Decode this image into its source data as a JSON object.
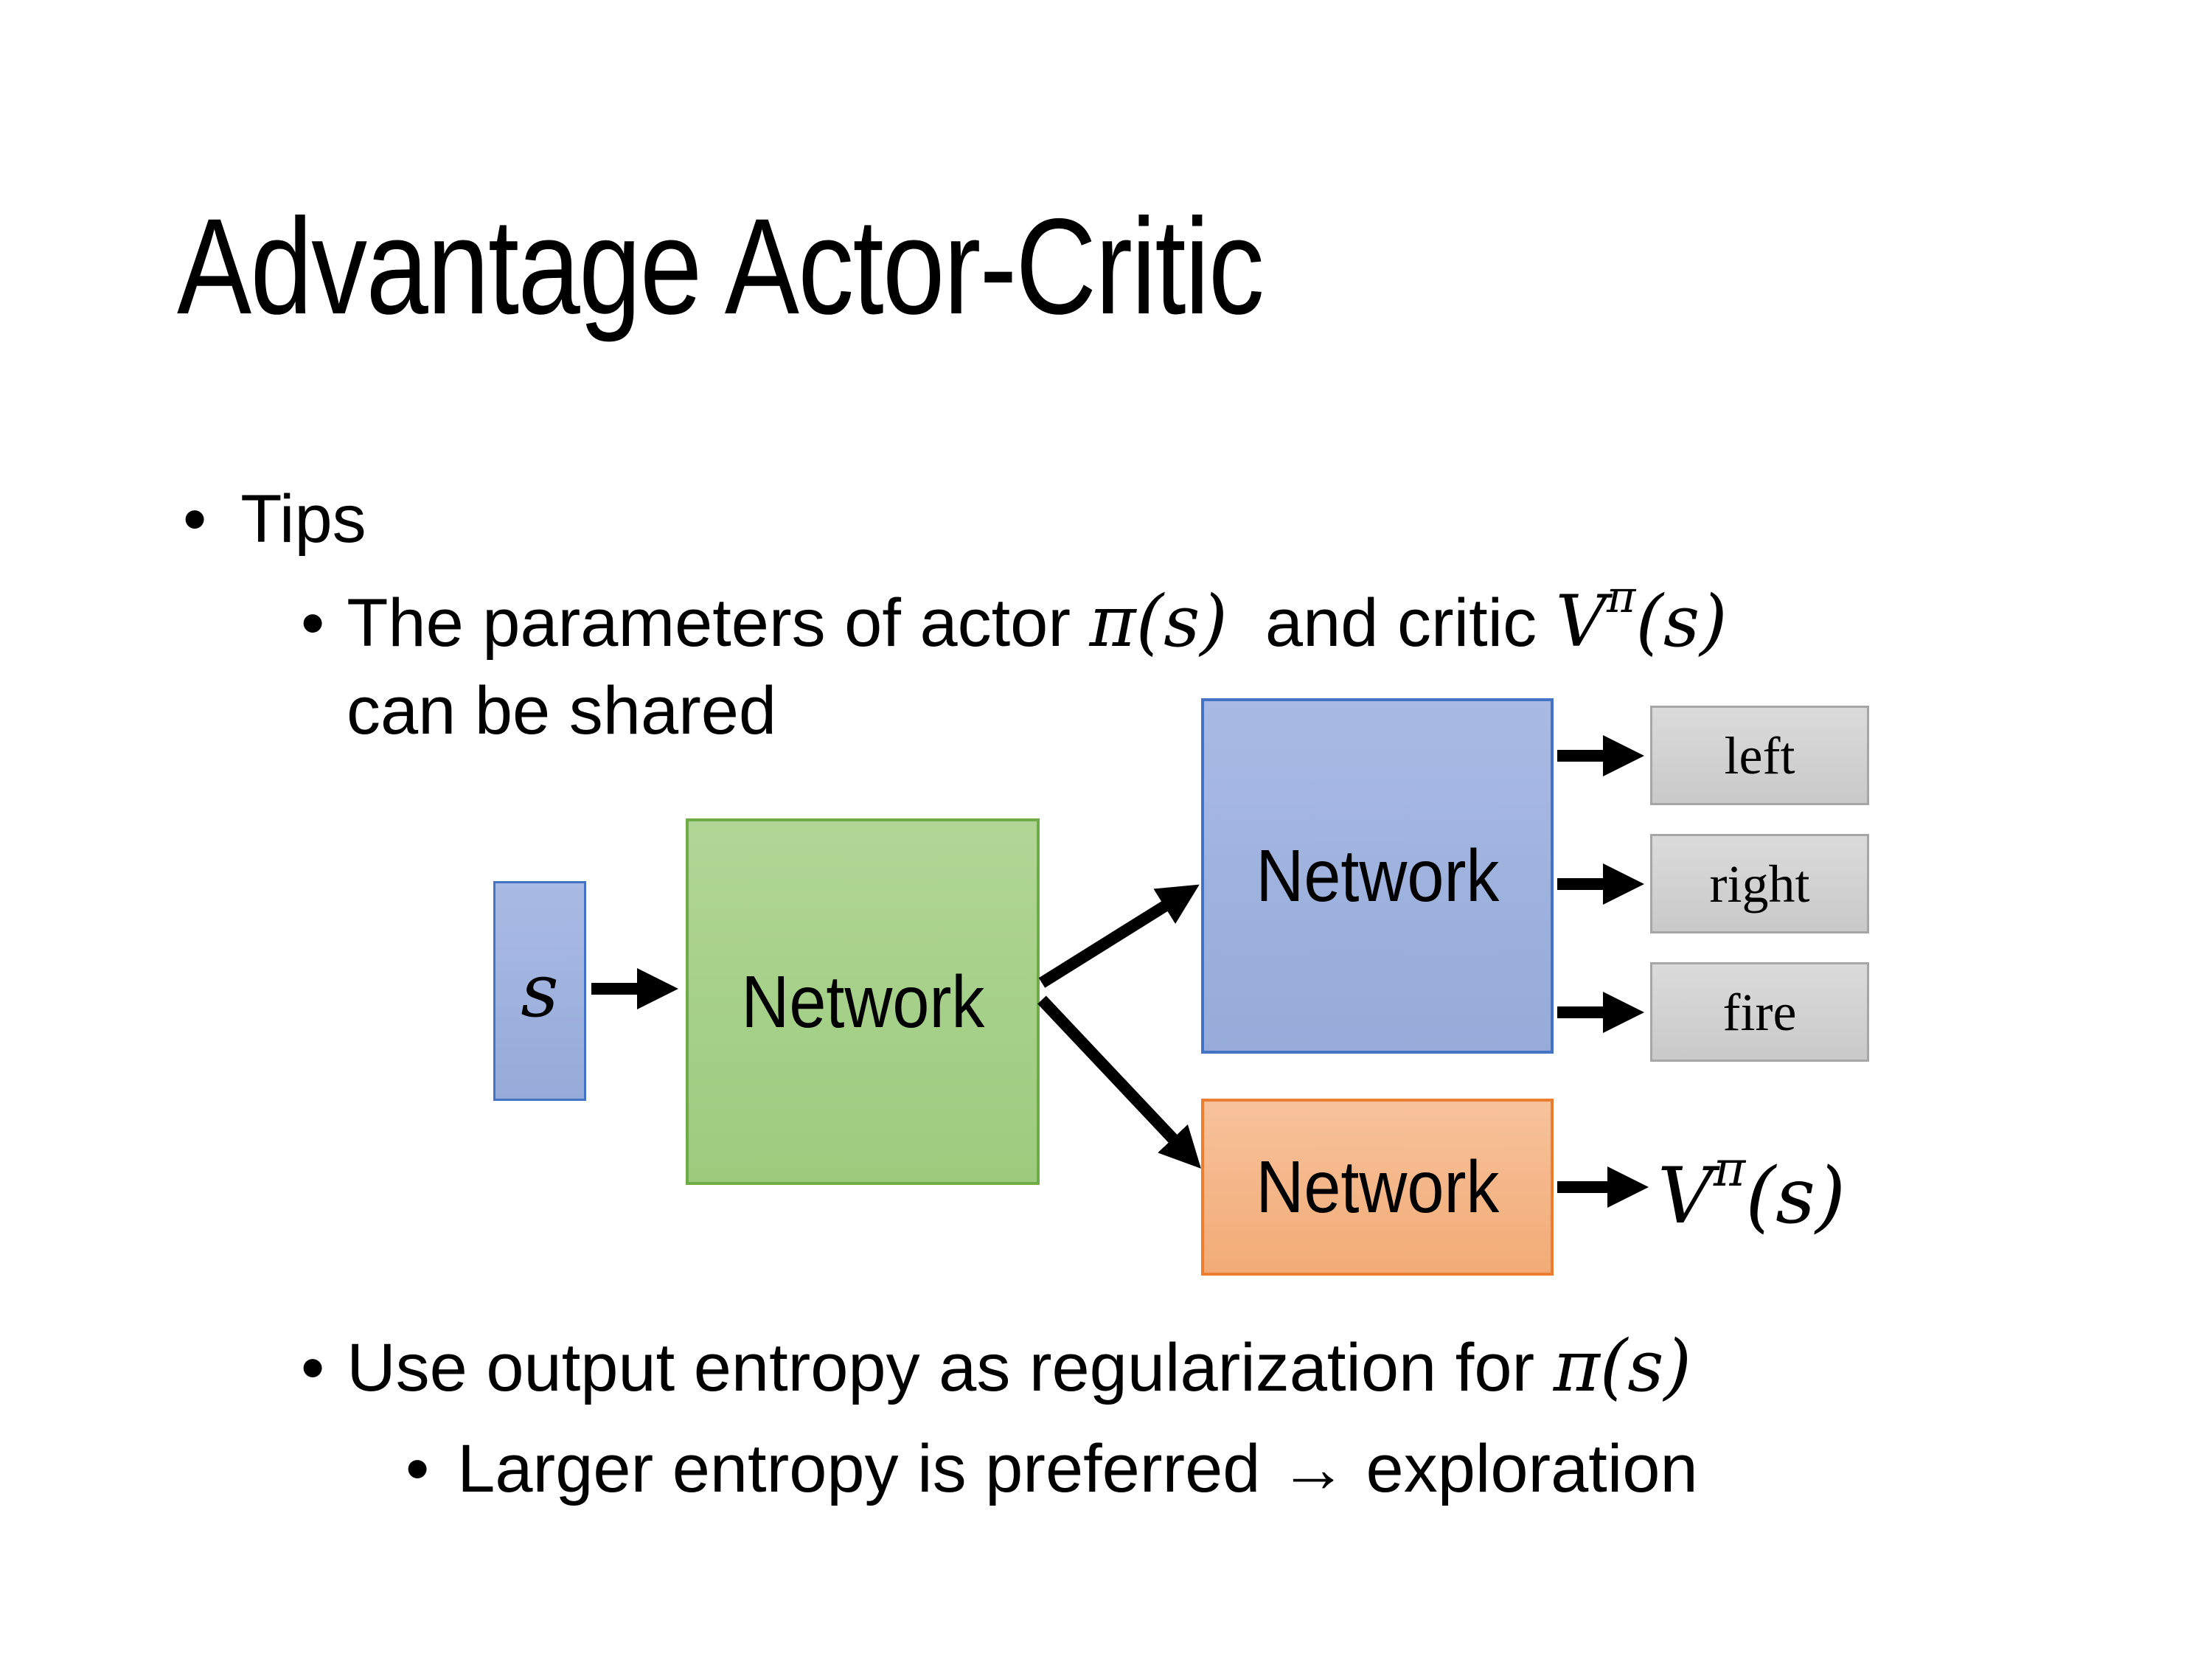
{
  "slide": {
    "title": "Advantage Actor-Critic",
    "bullet_glyph": "•",
    "bullets": {
      "tips": "Tips",
      "param_pre": "The parameters of actor ",
      "param_math1": "π(s)",
      "param_mid": "  and critic ",
      "param_v": "V",
      "param_sup": "π",
      "param_args": "(s)",
      "shared": "can be shared",
      "entropy_pre": "Use output entropy as regularization for ",
      "entropy_math": "π(s)",
      "larger": "Larger entropy is preferred → exploration"
    },
    "diagram": {
      "state": "s",
      "shared_network": "Network",
      "actor_network": "Network",
      "critic_network": "Network",
      "actions": [
        "left",
        "right",
        "fire"
      ],
      "value_v": "V",
      "value_sup": "π",
      "value_args": "(s)"
    },
    "colors": {
      "state_box_fill": "#9FB2DF",
      "state_box_border": "#4472C4",
      "shared_box_fill": "#A5CF88",
      "shared_box_border": "#6FAC49",
      "actor_box_fill": "#9FB2DF",
      "actor_box_border": "#4472C4",
      "critic_box_fill": "#F4B183",
      "critic_box_border": "#ED7D31",
      "action_box_fill": "#D2D2D2",
      "action_box_border": "#A6A6A6",
      "arrow": "#000000",
      "text": "#000000",
      "background": "#FFFFFF"
    }
  }
}
